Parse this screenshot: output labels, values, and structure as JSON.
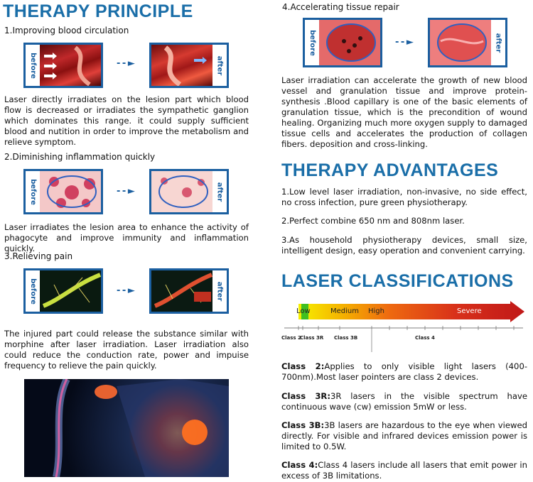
{
  "left": {
    "title": "THERAPY PRINCIPLE",
    "s1": {
      "heading": "1.Improving blood circulation",
      "before": "before",
      "after": "after",
      "text": "Laser directly irradiates on the lesion part which blood flow is decreased or irradiates the sympathetic ganglion which dominates this range. it could supply sufficient blood and nutition in order to improve the metabolism and relieve symptom."
    },
    "s2": {
      "heading": "2.Diminishing inflammation quickly",
      "before": "before",
      "after": "after",
      "text": "Laser irradiates the lesion area to enhance the activity of phagocyte and improve immunity and inflammation quickly."
    },
    "s3": {
      "heading": "3.Relieving pain",
      "before": "before",
      "after": "after",
      "text": "The injured part could release the substance similar with morphine after laser irradiation. Laser irradiation also could reduce the conduction rate, power and impuise frequency to relieve the pain quickly."
    }
  },
  "right": {
    "s4": {
      "heading": "4.Accelerating tissue repair",
      "before": "before",
      "after": "after",
      "text": "Laser irradiation can accelerate the growth of new blood vessel and granulation tissue and improve protein-synthesis .Blood capillary is one of the basic elements of granulation tissue, which is the precondition of wound healing. Organizing much more oxygen supply to damaged tissue cells and accelerates the production of collagen fibers. deposition and cross-linking."
    },
    "advantages": {
      "title": "THERAPY ADVANTAGES",
      "items": [
        "1.Low level laser irradiation, non-invasive, no side effect, no cross infection, pure green physiotherapy.",
        "2.Perfect combine 650 nm and 808nm laser.",
        "3.As household physiotherapy devices, small size, intelligent design, easy operation and convenient carrying."
      ]
    },
    "classifications": {
      "title": "LASER CLASSIFICATIONS",
      "levels": {
        "low": "Low",
        "medium": "Medium",
        "high": "High",
        "severe": "Severe"
      },
      "classes": {
        "c2": "Class 2",
        "c3r": "Class 3R",
        "c3b": "Class 3B",
        "c4": "Class 4"
      },
      "entries": [
        {
          "name": "Class 2:",
          "text": "Applies to only visible light lasers (400-700nm).Most laser pointers are class 2 devices."
        },
        {
          "name": "Class 3R:",
          "text": "3R lasers in the visible spectrum have continuous wave (cw) emission 5mW or less."
        },
        {
          "name": "Class 3B:",
          "text": "3B lasers are hazardous to the eye when viewed directly. For visible and infrared devices emission power is limited to 0.5W."
        },
        {
          "name": "Class 4:",
          "text": "Class 4 lasers include all lasers that emit power in excess of 3B limitations."
        }
      ]
    }
  },
  "colors": {
    "title": "#1a6ea8",
    "frame": "#1b5fa0"
  }
}
